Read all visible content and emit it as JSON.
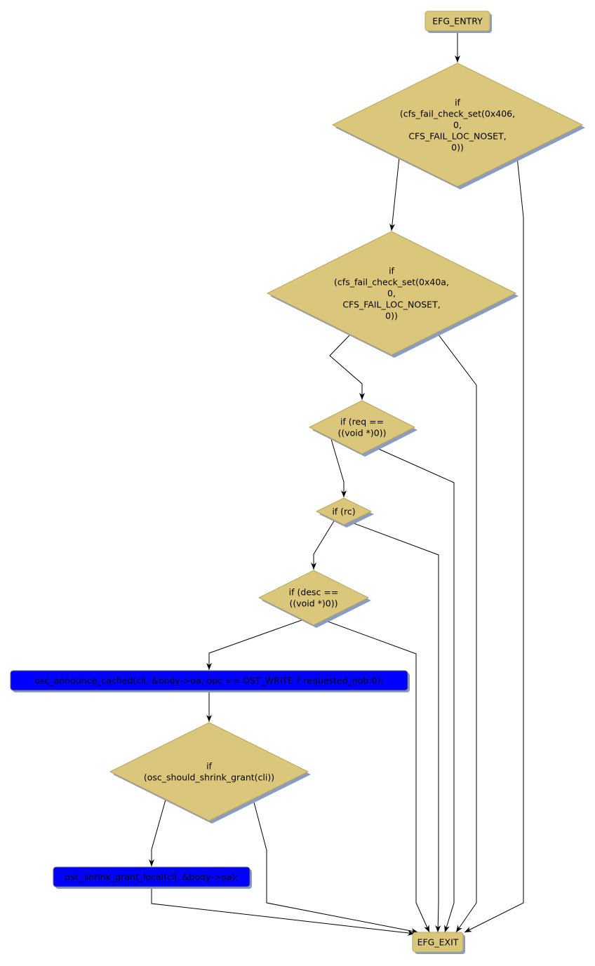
{
  "diagram": {
    "type": "control-flow-graph",
    "colors": {
      "condition_fill": "#dbc77c",
      "condition_stroke": "#b8a45a",
      "statement_fill": "#0000ff",
      "statement_stroke": "#6a6a6a",
      "shadow": "#8a9cc0",
      "edge": "#000000"
    },
    "nodes": [
      {
        "id": "entry",
        "kind": "terminal",
        "lines": [
          "EFG_ENTRY"
        ]
      },
      {
        "id": "cond1",
        "kind": "condition",
        "lines": [
          "if",
          "(cfs_fail_check_set(0x406,",
          "0,",
          "CFS_FAIL_LOC_NOSET,",
          "0))"
        ]
      },
      {
        "id": "cond2",
        "kind": "condition",
        "lines": [
          "if",
          "(cfs_fail_check_set(0x40a,",
          "0,",
          "CFS_FAIL_LOC_NOSET,",
          "0))"
        ]
      },
      {
        "id": "cond3",
        "kind": "condition",
        "lines": [
          "if (req ==",
          "((void *)0))"
        ]
      },
      {
        "id": "cond4",
        "kind": "condition",
        "lines": [
          "if (rc)"
        ]
      },
      {
        "id": "cond5",
        "kind": "condition",
        "lines": [
          "if (desc ==",
          "((void *)0))"
        ]
      },
      {
        "id": "stmt1",
        "kind": "statement",
        "lines": [
          "osc_announce_cached(cli, &body->oa, opc == OST_WRITE ? requested_nob:0);"
        ]
      },
      {
        "id": "cond6",
        "kind": "condition",
        "lines": [
          "if",
          "(osc_should_shrink_grant(cli))"
        ]
      },
      {
        "id": "stmt2",
        "kind": "statement",
        "lines": [
          "osc_shrink_grant_local(cli, &body->oa);"
        ]
      },
      {
        "id": "exit",
        "kind": "terminal",
        "lines": [
          "EFG_EXIT"
        ]
      }
    ],
    "edges": [
      {
        "from": "entry",
        "to": "cond1"
      },
      {
        "from": "cond1",
        "to": "cond2"
      },
      {
        "from": "cond1",
        "to": "exit"
      },
      {
        "from": "cond2",
        "to": "cond3"
      },
      {
        "from": "cond2",
        "to": "exit"
      },
      {
        "from": "cond3",
        "to": "cond4"
      },
      {
        "from": "cond3",
        "to": "exit"
      },
      {
        "from": "cond4",
        "to": "cond5"
      },
      {
        "from": "cond4",
        "to": "exit"
      },
      {
        "from": "cond5",
        "to": "stmt1"
      },
      {
        "from": "cond5",
        "to": "exit"
      },
      {
        "from": "stmt1",
        "to": "cond6"
      },
      {
        "from": "cond6",
        "to": "stmt2"
      },
      {
        "from": "cond6",
        "to": "exit"
      },
      {
        "from": "stmt2",
        "to": "exit"
      }
    ]
  }
}
